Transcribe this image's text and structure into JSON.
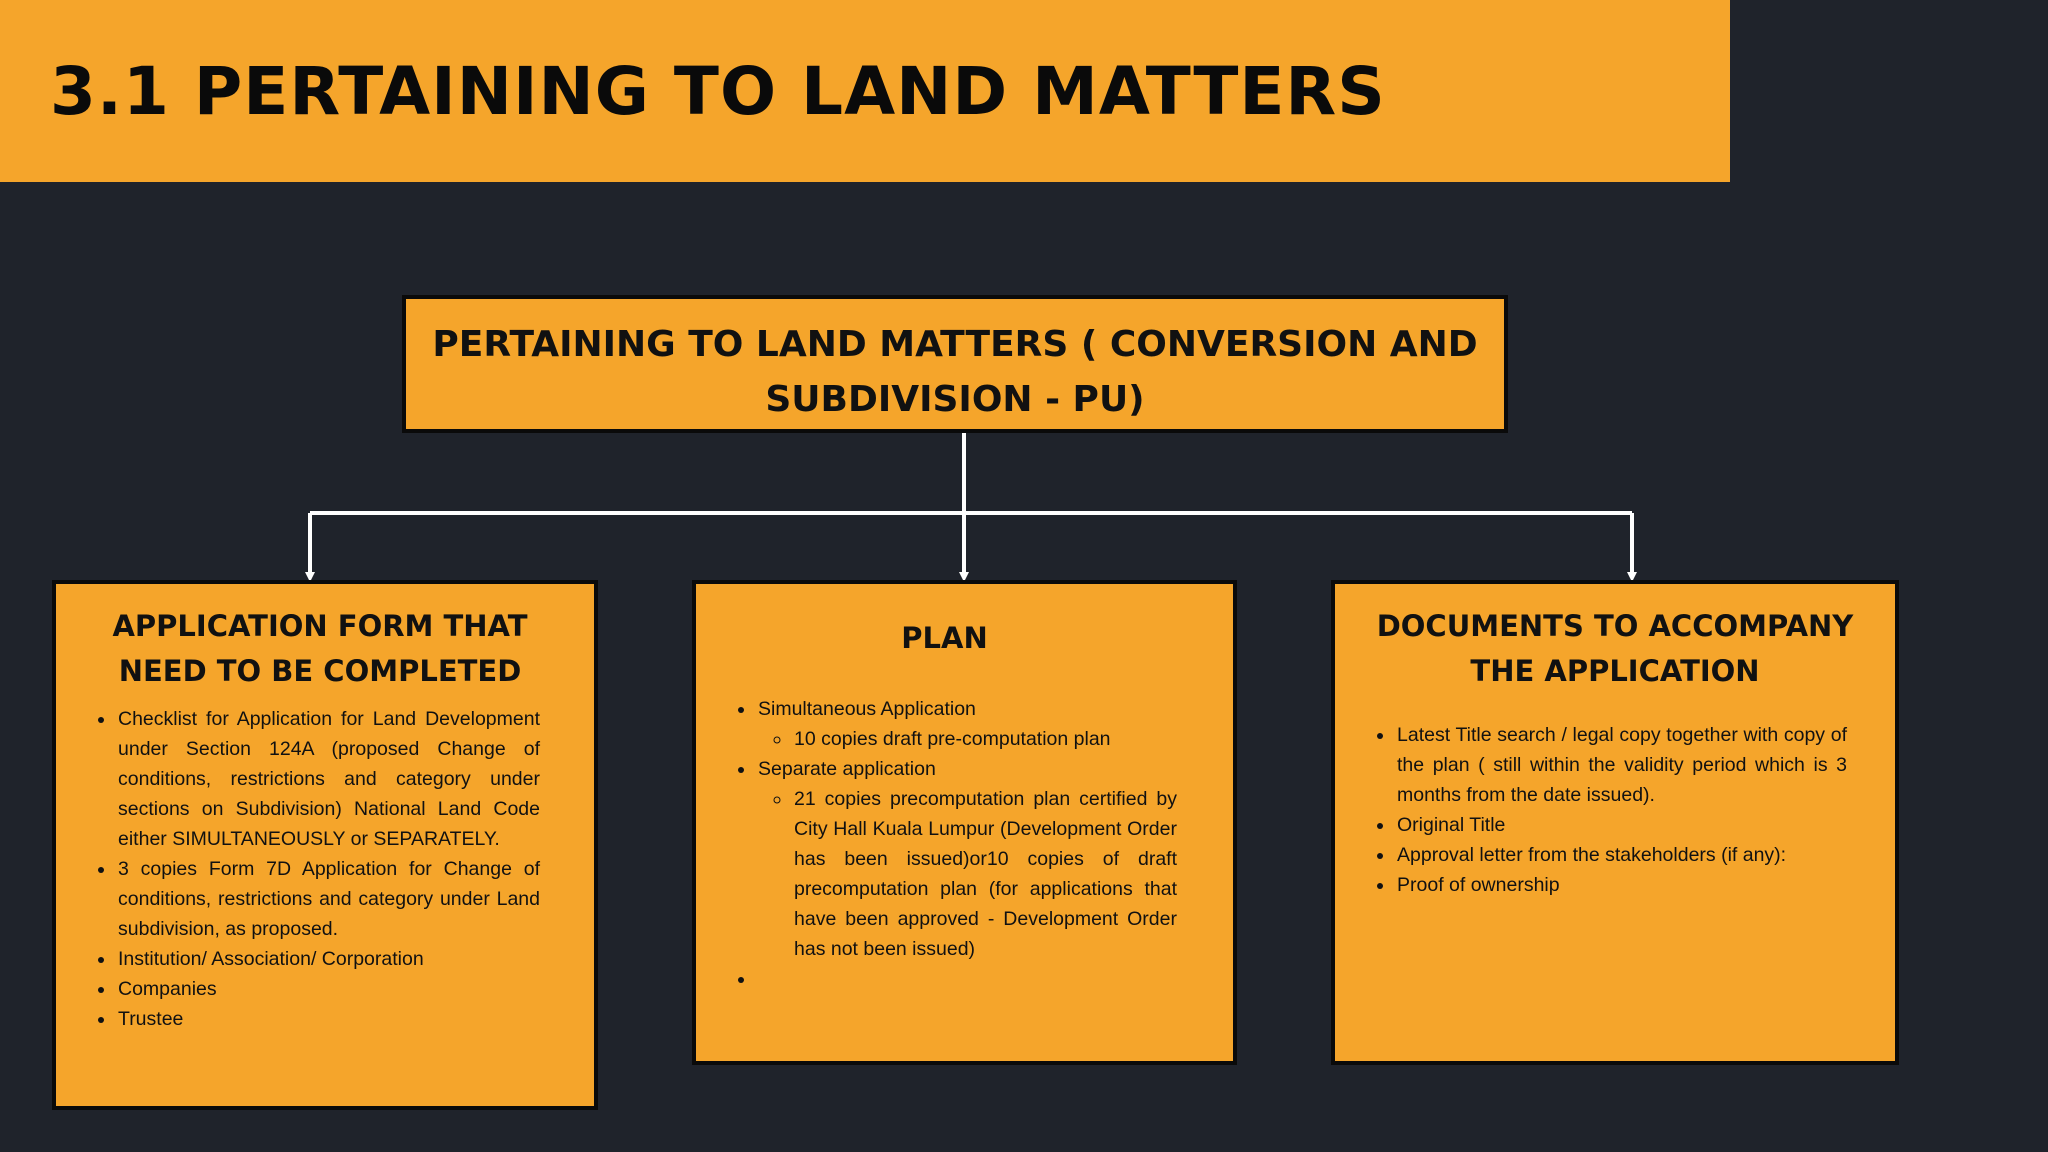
{
  "banner": {
    "title": "3.1 PERTAINING TO LAND MATTERS"
  },
  "top_box": {
    "title": "PERTAINING TO LAND MATTERS ( CONVERSION AND SUBDIVISION - PU)"
  },
  "boxes": [
    {
      "title": "APPLICATION FORM THAT NEED TO BE COMPLETED",
      "items": [
        "Checklist for Application for Land Development under Section 124A (proposed Change of conditions, restrictions and category under sections on Subdivision) National Land Code either SIMULTANEOUSLY or SEPARATELY.",
        "3 copies Form 7D Application for Change of conditions, restrictions and category under Land subdivision, as proposed.",
        "Institution/ Association/ Corporation",
        "Companies",
        "Trustee"
      ]
    },
    {
      "title": "PLAN",
      "items": [
        {
          "text": "Simultaneous Application",
          "sub": [
            "10 copies draft pre-computation plan"
          ]
        },
        {
          "text": "Separate application",
          "sub": [
            "21 copies precomputation plan certified by City Hall Kuala Lumpur (Development Order has been issued)or10 copies of draft precomputation plan (for applications that have been approved - Development Order has not been issued)"
          ]
        },
        {
          "text": "",
          "sub": []
        }
      ]
    },
    {
      "title": "DOCUMENTS TO ACCOMPANY THE APPLICATION",
      "items": [
        "Latest Title search / legal copy together with copy of the plan ( still within the validity period which is 3 months from the date issued).",
        "Original Title",
        "Approval letter from the stakeholders (if any):",
        "Proof of ownership"
      ]
    }
  ],
  "colors": {
    "accent": "#f5a52b",
    "background": "#1f232b",
    "border": "#0a0a0a",
    "connector": "#ffffff"
  }
}
